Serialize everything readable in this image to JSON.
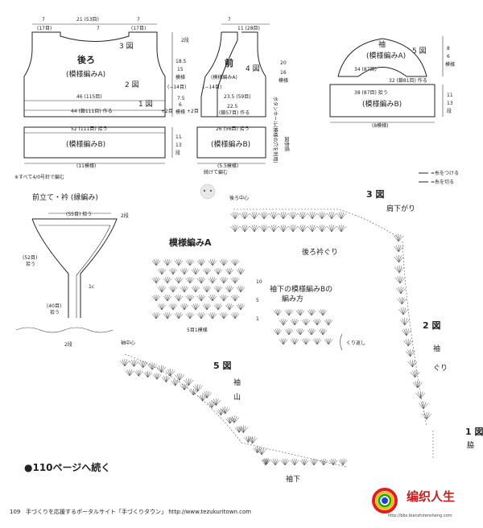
{
  "back": {
    "title": "後ろ",
    "pattern_a": "(模様編みA)",
    "pattern_b": "(模様編みB)",
    "top_left": "7",
    "top_left_sub": "(17目)",
    "neck": "21 (53目)",
    "neck_sub": "7",
    "top_right": "7",
    "top_right_sub": "(17目)",
    "step3": "3 図",
    "step2": "2 図",
    "step1": "1 図",
    "chest": "46 (115目)",
    "chain": "44 (鎖111目) 作る",
    "hem": "52 (111目) 拾う",
    "rows": "(11模様)",
    "minus14": "(−14目)",
    "plus2": "+2目",
    "rows_2": "2段",
    "h1": "18.5",
    "h2": "15",
    "h3": "模様",
    "h4": "7.5",
    "h5": "6",
    "h6": "模様",
    "h7": "11",
    "h8": "13",
    "h9": "段"
  },
  "front": {
    "title": "前",
    "pattern_a": "(模様編みA)",
    "pattern_b": "(模様編みB)",
    "top_w": "7",
    "top_sub": "11 (28目)",
    "step4": "4 図",
    "chest": "23.5 (59目)",
    "chain": "22.5",
    "chain_sub": "(鎖57目) 作る",
    "hem": "26 (56目) 拾う",
    "rows": "(5.5模様)",
    "minus14": "(−14目)",
    "plus2": "+2目",
    "h_total": "20",
    "h_16": "16",
    "h_mod": "模様",
    "note_button": "ボタンホール(模様の穴を利用)",
    "note_fig": "図参照",
    "note_cont": "続けて編む"
  },
  "sleeve": {
    "title": "袖",
    "pattern_a": "(模様編みA)",
    "pattern_b": "(模様編みB)",
    "step5": "5 図",
    "top": "34 (87目)",
    "mid": "32 (鎖81目) 作る",
    "bottom": "38 (87目) 拾う",
    "rows": "(8模様)",
    "h1": "8",
    "h2": "6",
    "h3": "模様",
    "h4": "11",
    "h5": "13",
    "h6": "段"
  },
  "note_needle": "※すべて4/0号針で編む",
  "legend": {
    "attach": "=糸をつける",
    "cut": "=糸を切る"
  },
  "placket": {
    "title": "前立て・衿 (縁編み)",
    "top": "(55目) 拾う",
    "top_rows": "2段",
    "left": "(52目)",
    "left_sub": "拾う",
    "bottom": "(40目)",
    "bottom_sub": "拾う",
    "rows": "2段",
    "band": "1c"
  },
  "pattern_a_chart": {
    "title": "模様編みA",
    "repeat": "5目1模様",
    "r1": "10",
    "r2": "5",
    "r3": "1"
  },
  "pattern_b_chart": {
    "title": "袖下の模様編みBの",
    "title2": "編み方",
    "repeat_note": "くり返し"
  },
  "fig3": {
    "title": "3 図",
    "back_center": "後ろ中心",
    "shoulder": "肩下がり",
    "neckline": "後ろ衿ぐり"
  },
  "fig2": {
    "title": "2 図",
    "armhole": "袖",
    "armhole2": "ぐり"
  },
  "fig1": {
    "title": "1 図",
    "side": "脇"
  },
  "fig5": {
    "title": "5 図",
    "sleeve_center": "袖中心",
    "cap": "袖",
    "cap2": "山",
    "underarm": "袖下"
  },
  "continue": "●110ページへ続く",
  "footer": {
    "page": "109",
    "text": "手づくりを応援するポータルサイト「手づくりタウン」 http://www.tezukuritown.com"
  },
  "watermark": {
    "title": "编织人生",
    "url": "http://bbs.bianzhirensheng.com"
  }
}
